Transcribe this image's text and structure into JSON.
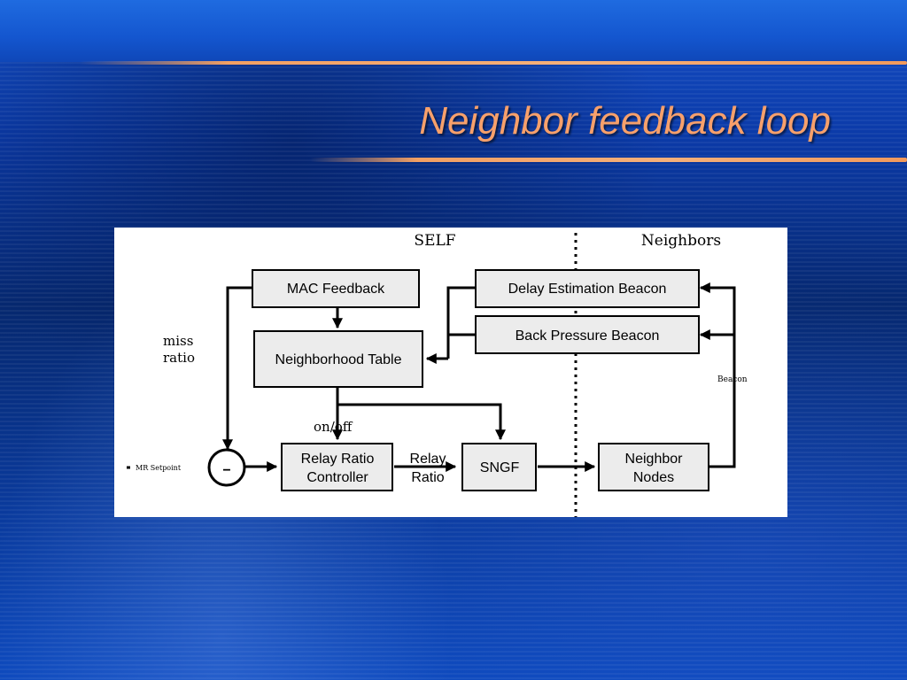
{
  "slide": {
    "title": "Neighbor feedback loop",
    "colors": {
      "title": "#f7a06b",
      "accent_rule": "#f3a063",
      "background": "#0a2f8c"
    }
  },
  "diagram": {
    "region_self": "SELF",
    "region_neighbors": "Neighbors",
    "blocks": {
      "mac_feedback": "MAC Feedback",
      "neighborhood_table": "Neighborhood Table",
      "delay_beacon": "Delay Estimation Beacon",
      "back_pressure": "Back Pressure Beacon",
      "relay_controller_1": "Relay Ratio",
      "relay_controller_2": "Controller",
      "sngf": "SNGF",
      "neighbor_nodes_1": "Neighbor",
      "neighbor_nodes_2": "Nodes",
      "summing_sign": "−"
    },
    "labels": {
      "miss": "miss",
      "ratio": "ratio",
      "on_off": "on/off",
      "relay_1": "Relay",
      "relay_2": "Ratio",
      "beacon": "Beacon",
      "setpoint": "MR Setpoint"
    }
  }
}
